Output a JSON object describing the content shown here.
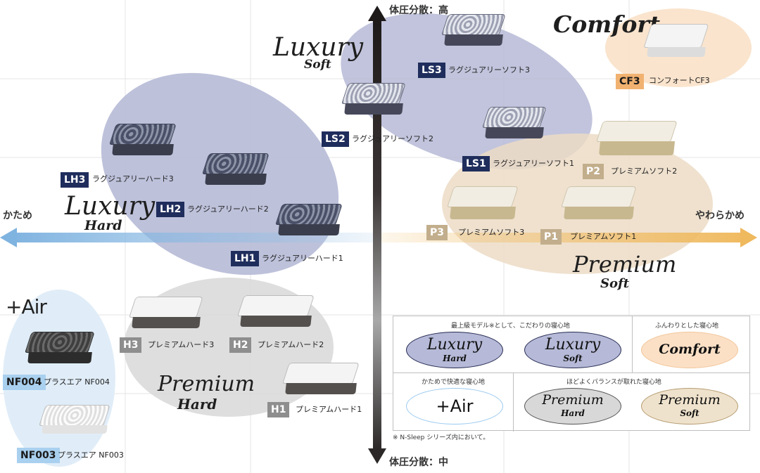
{
  "axes": {
    "top": "体圧分散：高",
    "bottom": "体圧分散：中",
    "left": "かため",
    "right": "やわらかめ"
  },
  "groups": {
    "luxury_soft": {
      "title": "Luxury",
      "sub": "Soft"
    },
    "luxury_hard": {
      "title": "Luxury",
      "sub": "Hard"
    },
    "comfort": {
      "title": "Comfort"
    },
    "premium_soft": {
      "title": "Premium",
      "sub": "Soft"
    },
    "premium_hard": {
      "title": "Premium",
      "sub": "Hard"
    },
    "air": {
      "title": "+Air"
    }
  },
  "products": [
    {
      "code": "LS3",
      "name": "ラグジュアリーソフト3"
    },
    {
      "code": "LS2",
      "name": "ラグジュアリーソフト2"
    },
    {
      "code": "LS1",
      "name": "ラグジュアリーソフト1"
    },
    {
      "code": "CF3",
      "name": "コンフォートCF3"
    },
    {
      "code": "LH3",
      "name": "ラグジュアリーハード3"
    },
    {
      "code": "LH2",
      "name": "ラグジュアリーハード2"
    },
    {
      "code": "LH1",
      "name": "ラグジュアリーハード1"
    },
    {
      "code": "P2",
      "name": "プレミアムソフト2"
    },
    {
      "code": "P3",
      "name": "プレミアムソフト3"
    },
    {
      "code": "P1",
      "name": "プレミアムソフト1"
    },
    {
      "code": "H3",
      "name": "プレミアムハード3"
    },
    {
      "code": "H2",
      "name": "プレミアムハード2"
    },
    {
      "code": "H1",
      "name": "プレミアムハード1"
    },
    {
      "code": "NF004",
      "name": "プラスエア NF004"
    },
    {
      "code": "NF003",
      "name": "プラスエア NF003"
    }
  ],
  "legend": {
    "row1_head_left": "最上級モデル※として、こだわりの寝心地",
    "row1_head_right": "ふんわりとした寝心地",
    "row2_head_left": "かためで快適な寝心地",
    "row2_head_right": "ほどよくバランスが取れた寝心地",
    "ovals": [
      {
        "title": "Luxury",
        "sub": "Hard"
      },
      {
        "title": "Luxury",
        "sub": "Soft"
      },
      {
        "title": "Comfort"
      },
      {
        "title": "+Air"
      },
      {
        "title": "Premium",
        "sub": "Hard"
      },
      {
        "title": "Premium",
        "sub": "Soft"
      }
    ]
  },
  "footnote": "※ N-Sleep シリーズ内において。",
  "colors": {
    "navy_tag": "#1f2d5c",
    "gray_tag": "#8e8e8e",
    "tan_tag": "#c2ae8c",
    "orange_tag": "#f1b271",
    "blue_tag": "#a9d0ef",
    "left_axis": "#7fb3e0",
    "right_axis": "#efb95e"
  }
}
